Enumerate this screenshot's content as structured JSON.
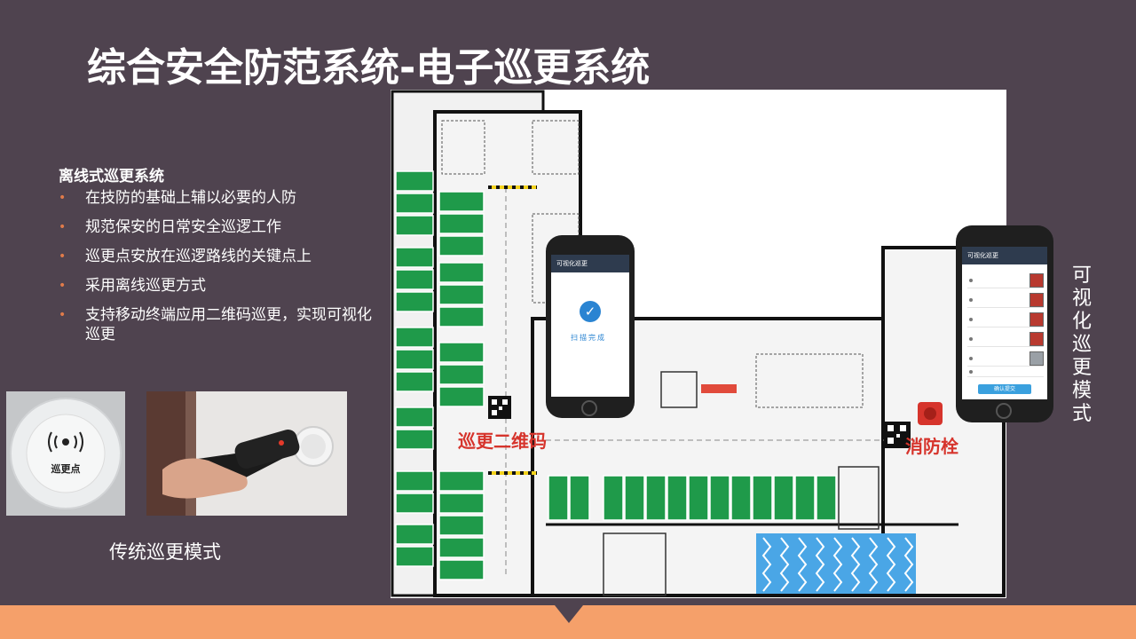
{
  "title": "综合安全防范系统-电子巡更系统",
  "section_heading": "离线式巡更系统",
  "bullets": [
    "在技防的基础上辅以必要的人防",
    "规范保安的日常安全巡逻工作",
    "巡更点安放在巡逻路线的关键点上",
    "采用离线巡更方式",
    "支持移动终端应用二维码巡更，实现可视化巡更"
  ],
  "bullet_symbol": "•",
  "reader_label": "巡更点",
  "traditional_caption": "传统巡更模式",
  "visual_caption": [
    "可",
    "视",
    "化",
    "巡",
    "更",
    "模",
    "式"
  ],
  "phone_left": {
    "app_title": "可视化巡更",
    "status": "扫描完成"
  },
  "phone_right": {
    "app_title": "可视化巡更",
    "confirm_button": "确认提交"
  },
  "floorplan_labels": {
    "qr_label": "巡更二维码",
    "hydrant_label": "消防栓"
  },
  "colors": {
    "background": "#4f434f",
    "accent": "#f5a06a",
    "bullet": "#e07b4a",
    "parking_green": "#1f9a4a",
    "label_red": "#d6342c"
  },
  "icons": {
    "check": "check-circle-icon",
    "qr": "qr-code-icon",
    "hydrant": "fire-hydrant-icon"
  }
}
